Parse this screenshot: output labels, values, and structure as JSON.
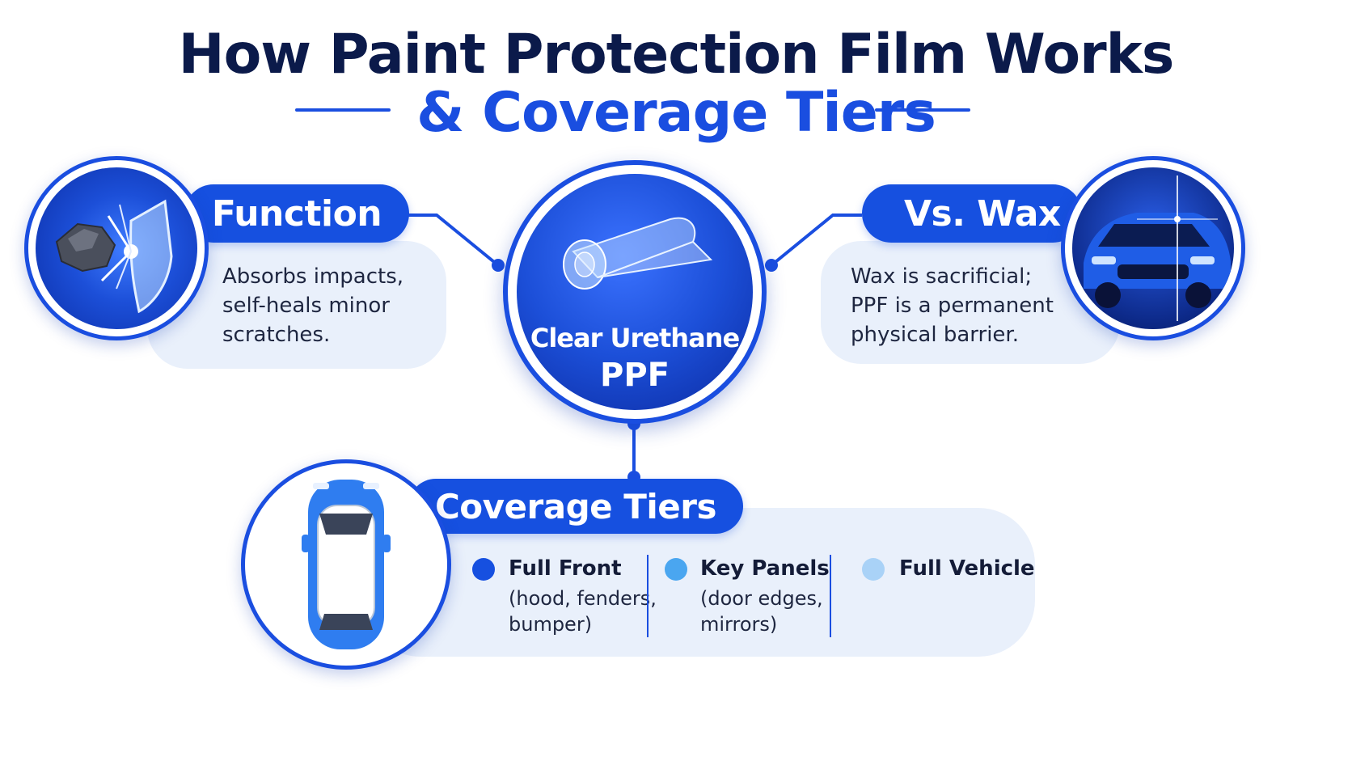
{
  "title": {
    "line1": "How Paint Protection Film Works",
    "line2": "& Coverage Tiers"
  },
  "center": {
    "label_line1": "Clear Urethane",
    "label_line2": "PPF",
    "icon": "film-roll-icon"
  },
  "function_card": {
    "heading": "Function",
    "text_lines": [
      "Absorbs impacts,",
      "self-heals minor",
      "scratches."
    ],
    "icon": "rock-impact-shield-icon"
  },
  "wax_card": {
    "heading": "Vs. Wax",
    "text_lines": [
      "Wax is sacrificial;",
      "PPF is a permanent",
      "physical barrier."
    ],
    "icon": "blue-car-front-icon"
  },
  "coverage": {
    "heading": "Coverage Tiers",
    "icon": "car-top-view-icon",
    "tiers": [
      {
        "name": "Full Front",
        "sub_lines": [
          "(hood, fenders,",
          "bumper)"
        ],
        "color": "#1650e0"
      },
      {
        "name": "Key Panels",
        "sub_lines": [
          "(door edges,",
          "mirrors)"
        ],
        "color": "#4aa6f0"
      },
      {
        "name": "Full Vehicle",
        "sub_lines": [],
        "color": "#a9d2f7"
      }
    ]
  },
  "colors": {
    "accent": "#1650e0",
    "navy": "#0b1a4a",
    "panel": "#e9f0fb"
  }
}
